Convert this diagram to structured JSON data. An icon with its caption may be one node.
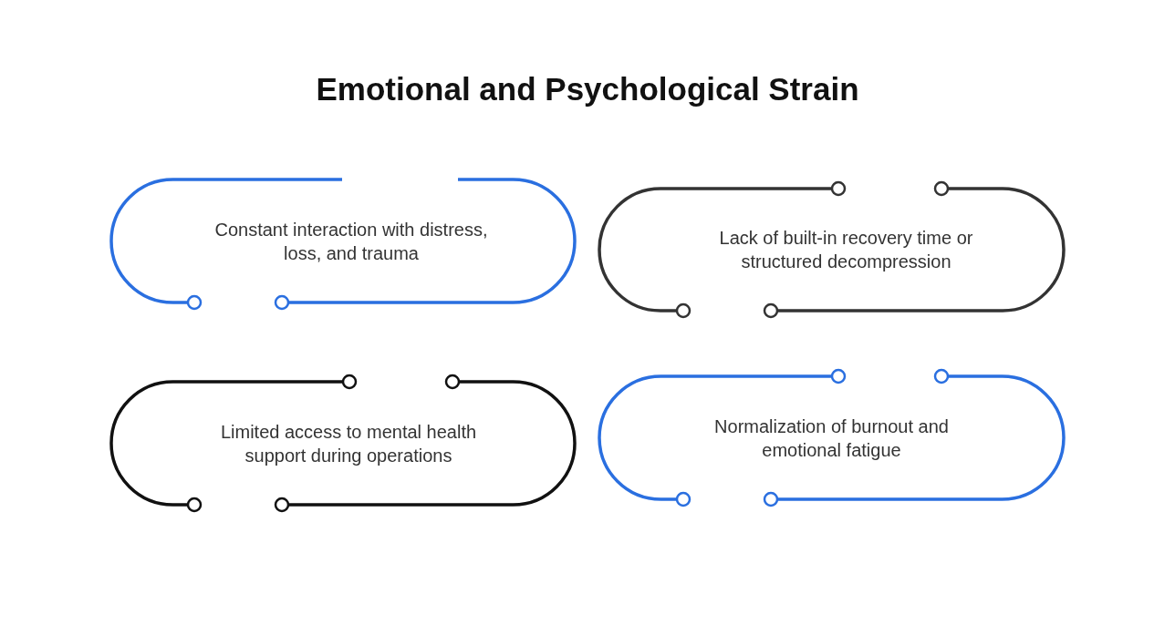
{
  "diagram": {
    "title": "Emotional and Psychological Strain",
    "nodes": [
      {
        "text": [
          "Constant interaction with distress, loss, and trauma"
        ]
      },
      {
        "text": [
          "Lack of built-in recovery time or structured decompression"
        ]
      },
      {
        "text": [
          "Limited access to mental health support during operations"
        ]
      },
      {
        "text": [
          "Normalization of burnout and emotional fatigue"
        ]
      }
    ]
  }
}
